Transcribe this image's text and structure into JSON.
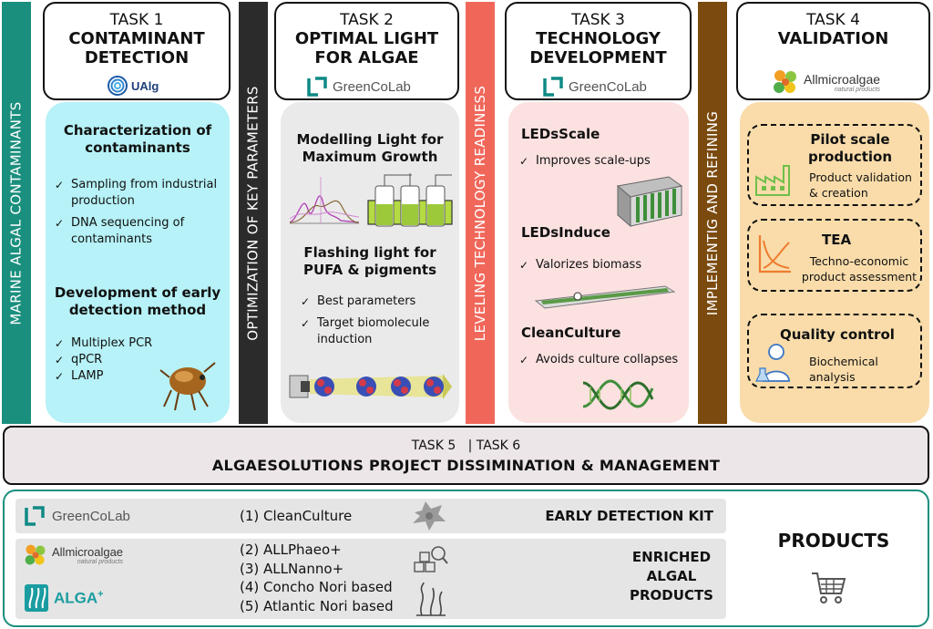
{
  "side_bars": {
    "bar1": "MARINE ALGAL CONTAMINANTS",
    "bar2": "OPTIMIZATION OF KEY PARAMETERS",
    "bar3": "LEVELING TECHNOLOGY READINESS",
    "bar4": "IMPLEMENTIG AND REFINING"
  },
  "colors": {
    "teal": "#1a8f7e",
    "dark": "#2b2b2b",
    "coral": "#f0675a",
    "brown": "#7b4a0e",
    "panel_cyan": "#b6f2f7",
    "panel_gray": "#eaeaea",
    "panel_pink": "#fbe1e0",
    "panel_peach": "#f9dcaa",
    "bottom_bar": "#ece6e8",
    "products_border": "#1a8f7e"
  },
  "task1": {
    "number": "TASK 1",
    "title_line1": "CONTAMINANT",
    "title_line2": "DETECTION",
    "logo": "UAlg",
    "section1_title_line1": "Characterization of",
    "section1_title_line2": "contaminants",
    "section1_items": [
      "Sampling from industrial production",
      "DNA sequencing of contaminants"
    ],
    "section2_title_line1": "Development of early",
    "section2_title_line2": "detection method",
    "section2_items": [
      "Multiplex PCR",
      "qPCR",
      "LAMP"
    ]
  },
  "task2": {
    "number": "TASK 2",
    "title_line1": "OPTIMAL LIGHT",
    "title_line2": "FOR ALGAE",
    "logo": "GreenCoLab",
    "section1_title_line1": "Modelling Light for",
    "section1_title_line2": "Maximum Growth",
    "section2_title_line1": "Flashing light for",
    "section2_title_line2": "PUFA & pigments",
    "section2_items": [
      "Best parameters",
      "Target biomolecule induction"
    ]
  },
  "task3": {
    "number": "TASK 3",
    "title_line1": "TECHNOLOGY",
    "title_line2": "DEVELOPMENT",
    "logo": "GreenCoLab",
    "s1_title": "LEDsScale",
    "s1_item": "Improves scale-ups",
    "s2_title": "LEDsInduce",
    "s2_item": "Valorizes biomass",
    "s3_title": "CleanCulture",
    "s3_item": "Avoids culture collapses"
  },
  "task4": {
    "number": "TASK 4",
    "title": "VALIDATION",
    "logo": "Allmicroalgae",
    "logo_sub": "natural products",
    "box1_title_line1": "Pilot scale",
    "box1_title_line2": "production",
    "box1_text_line1": "Product validation",
    "box1_text_line2": "& creation",
    "box2_title": "TEA",
    "box2_text_line1": "Techno-economic",
    "box2_text_line2": "product assessment",
    "box3_title": "Quality control",
    "box3_text_line1": "Biochemical",
    "box3_text_line2": "analysis"
  },
  "task56": {
    "numbers": "TASK 5   | TASK 6",
    "title": "ALGAESOLUTIONS PROJECT DISSIMINATION & MANAGEMENT"
  },
  "products": {
    "row1_logo": "GreenCoLab",
    "row1_item": "(1) CleanCulture",
    "row1_label": "EARLY DETECTION KIT",
    "row2_logo1": "Allmicroalgae",
    "row2_logo1_sub": "natural products",
    "row2_logo2": "ALGA",
    "row2_logo2_sup": "+",
    "row2_items": [
      "(2) ALLPhaeo+",
      "(3) ALLNanno+",
      "(4) Concho Nori based",
      "(5) Atlantic Nori based"
    ],
    "row2_label_line1": "ENRICHED",
    "row2_label_line2": "ALGAL",
    "row2_label_line3": "PRODUCTS",
    "title": "PRODUCTS"
  }
}
